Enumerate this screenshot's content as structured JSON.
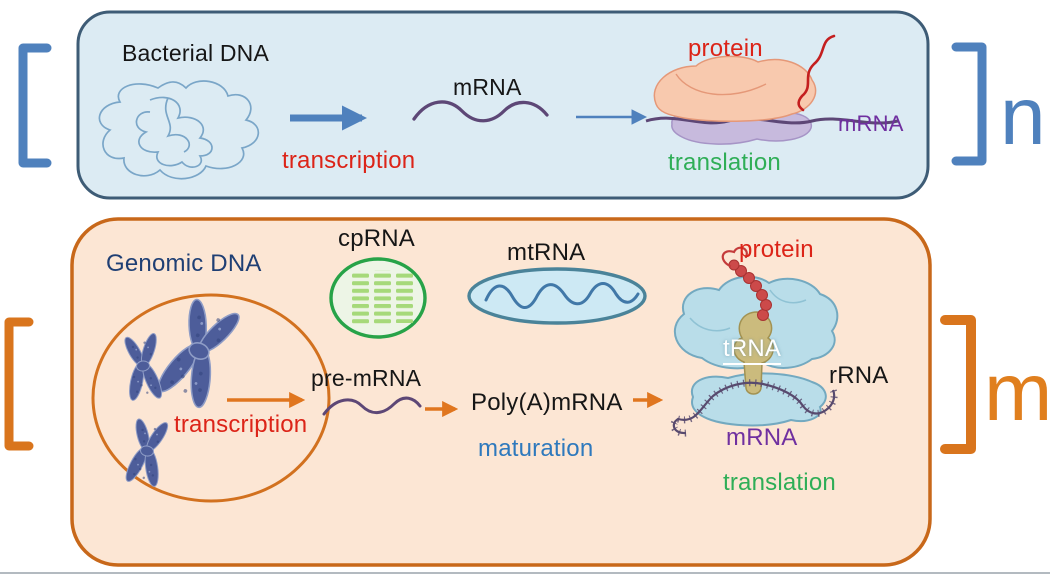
{
  "colors": {
    "bacterial_box_fill": "#dcebf3",
    "bacterial_box_border": "#3e5c76",
    "eukaryote_box_fill": "#fce6d4",
    "eukaryote_box_border": "#c8681a",
    "blue_bracket": "#4f81bd",
    "orange_bracket": "#e07f1e",
    "transcription_red": "#dc2418",
    "translation_green": "#2fae57",
    "maturation_blue": "#2e79bd",
    "mrna_purple": "#7030a0",
    "genomic_dna_navy": "#1f3f74",
    "mrna_strand": "#5d4776",
    "chromosome_blue": "#4d5d9a",
    "chloroplast_green": "#27a348",
    "mitochondrion_teal": "#4a8399"
  },
  "bacterial_panel": {
    "title": "Bacterial DNA",
    "transcription": "transcription",
    "mrna": "mRNA",
    "translation": "translation",
    "protein": "protein",
    "ribosome_mrna": "mRNA",
    "multiplier": "n"
  },
  "eukaryotic_panel": {
    "title": "Genomic DNA",
    "cprna": "cpRNA",
    "mtrna": "mtRNA",
    "transcription": "transcription",
    "pre_mrna": "pre-mRNA",
    "polya_mrna": "Poly(A)mRNA",
    "maturation": "maturation",
    "protein": "protein",
    "trna": "tRNA",
    "rrna": "rRNA",
    "mrna": "mRNA",
    "translation": "translation",
    "multiplier": "m"
  }
}
